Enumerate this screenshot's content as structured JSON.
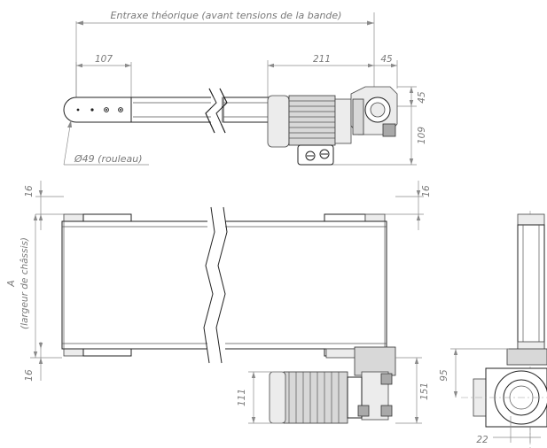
{
  "dimensions": {
    "center_distance_label": "Entraxe théorique (avant tensions de la bande)",
    "pulley_offset": "107",
    "motor_length": "211",
    "gearbox_offset_h": "45",
    "gearbox_offset_v": "45",
    "motor_height": "109",
    "roller_diameter": "Ø49 (rouleau)",
    "top_margin_left": "16",
    "top_margin_right": "16",
    "bottom_margin": "16",
    "frame_width_symbol": "A",
    "frame_width_label": "(largeur de châssis)",
    "motor_side_height": "111",
    "motor_side_depth": "151",
    "end_view_height": "95",
    "end_view_offset": "22"
  }
}
